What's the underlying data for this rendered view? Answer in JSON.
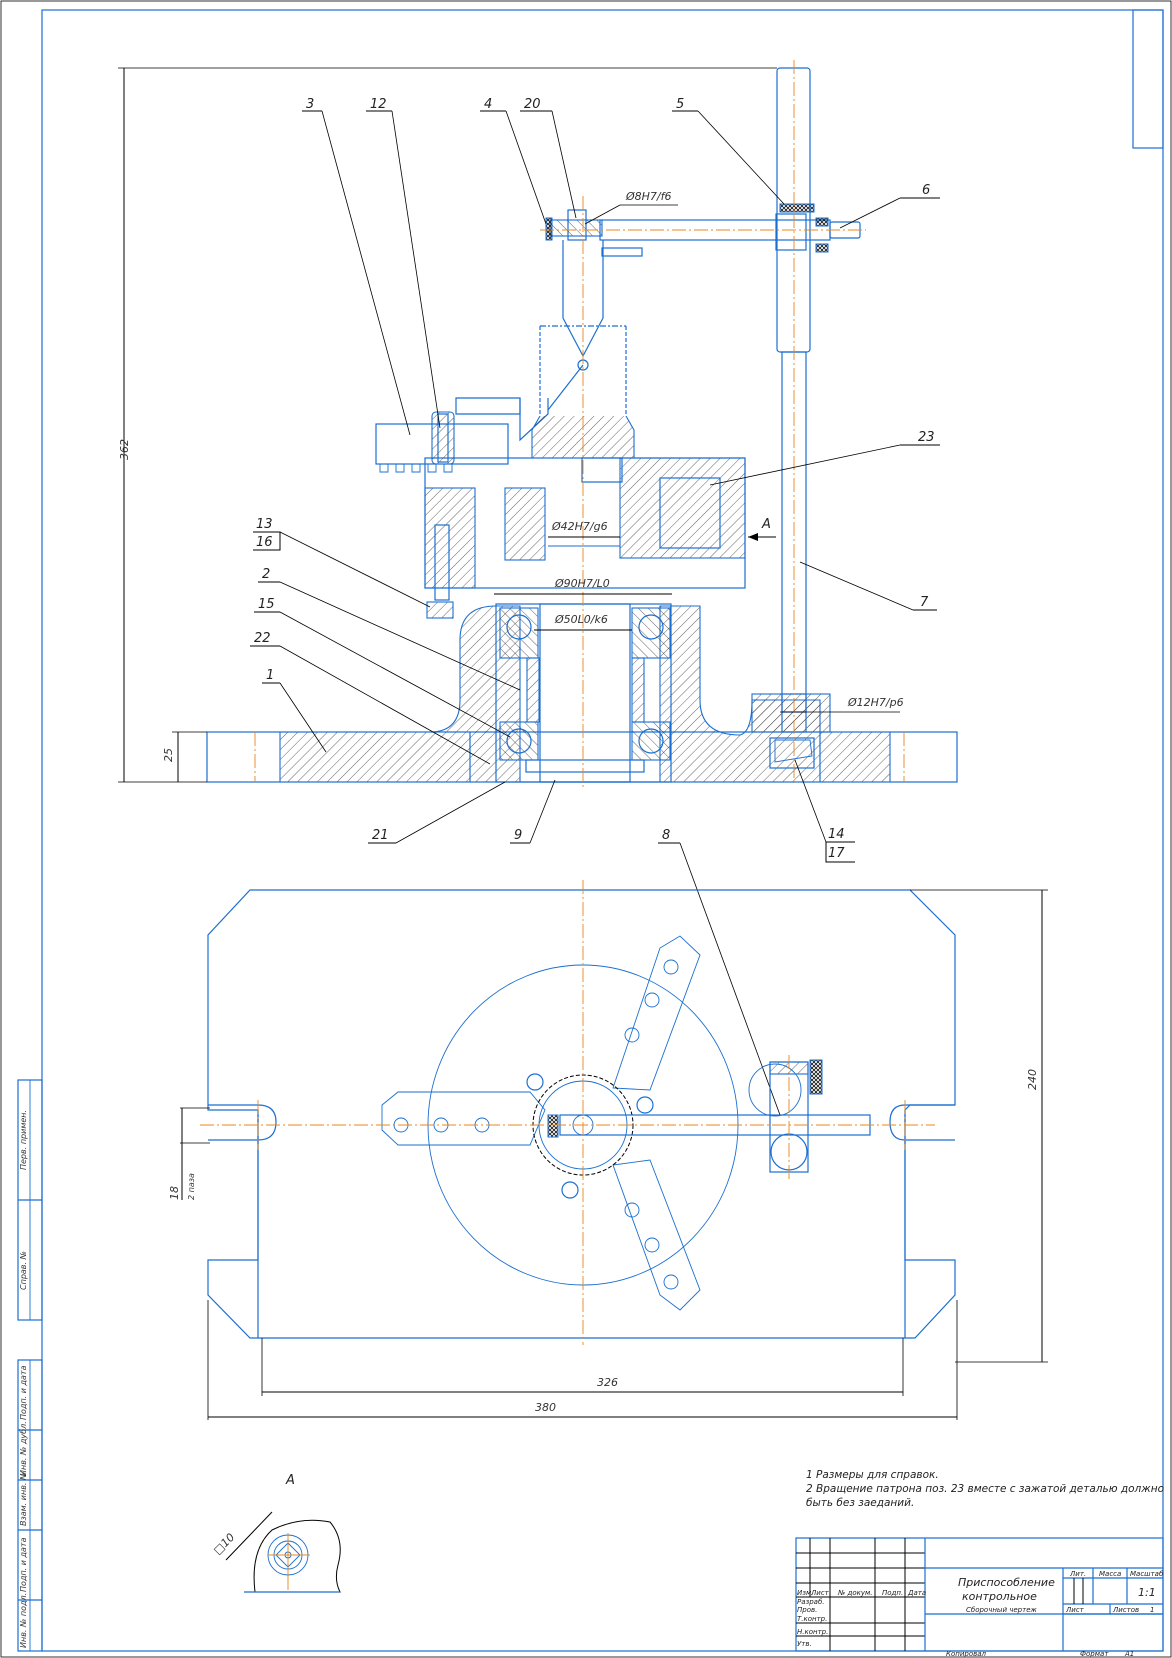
{
  "drawing": {
    "title_line1": "Приспособление",
    "title_line2": "контрольное",
    "subtitle": "Сборочный чертеж",
    "scale": "1:1",
    "sheets": "1",
    "format": "A1",
    "copied_label": "Копировал",
    "format_label": "Формат",
    "section_view_label": "A",
    "section_arrow_label": "A"
  },
  "notes": [
    "1 Размеры для справок.",
    "2 Вращение патрона поз. 23 вместе с зажатой деталью должно",
    "быть без заеданий."
  ],
  "positions": {
    "p1": "1",
    "p2": "2",
    "p3": "3",
    "p4": "4",
    "p5": "5",
    "p6": "6",
    "p7": "7",
    "p8": "8",
    "p9": "9",
    "p12": "12",
    "p13": "13",
    "p16": "16",
    "p15": "15",
    "p22": "22",
    "p20": "20",
    "p21": "21",
    "p23": "23",
    "p14": "14",
    "p17": "17"
  },
  "fits": {
    "f8": "Ø8H7/f6",
    "f42": "Ø42H7/g6",
    "f90": "Ø90H7/L0",
    "f50": "Ø50L0/k6",
    "f12": "Ø12H7/p6"
  },
  "dimensions": {
    "height_total": "362",
    "base_thickness": "25",
    "width_240": "240",
    "width_326": "326",
    "width_380": "380",
    "slot": "18",
    "slot_note": "2 паза",
    "square": "□10"
  },
  "title_block": {
    "col_headers": [
      "Изм.",
      "Лист",
      "№ докум.",
      "Подп.",
      "Дата"
    ],
    "roles": [
      "Разраб.",
      "Пров.",
      "Т.контр.",
      "",
      "Н.контр.",
      "Утв."
    ],
    "lit_label": "Лит.",
    "mass_label": "Масса",
    "scale_label": "Масштаб",
    "sheet_label": "Лист",
    "sheets_label": "Листов"
  },
  "side_stamp": {
    "labels": [
      "Перв. примен.",
      "Справ. №",
      "Подп. и дата",
      "Инв. № дубл.",
      "Взам. инв. №",
      "Подп. и дата",
      "Инв. № подл."
    ]
  }
}
